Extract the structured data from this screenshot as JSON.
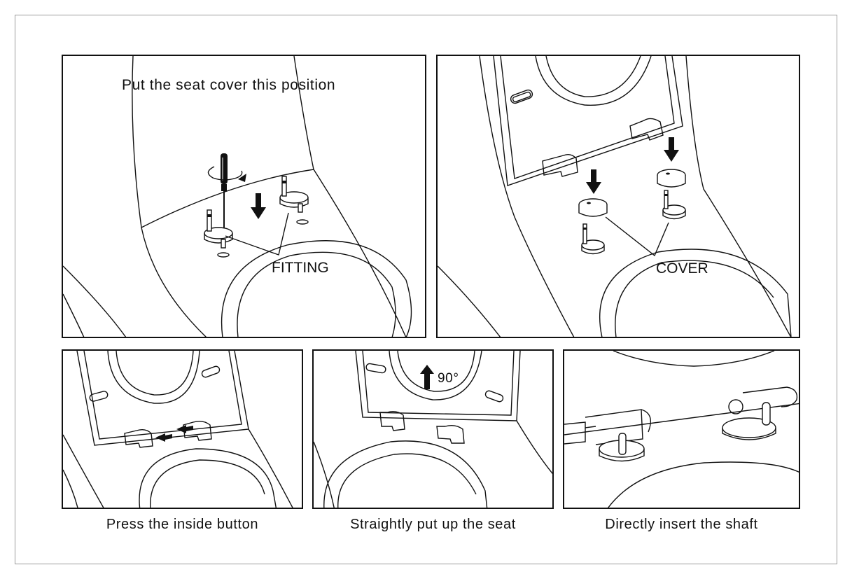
{
  "panel1": {
    "instruction": "Put the seat cover this position",
    "callout": "FITTING"
  },
  "panel2": {
    "callout": "COVER"
  },
  "panel4": {
    "angle_label": "90°"
  },
  "captions": {
    "press_button": "Press the inside button",
    "put_up_seat": "Straightly put up the seat",
    "insert_shaft": "Directly insert the shaft"
  },
  "icons": {
    "screwdriver": "screwdriver-icon",
    "rotation": "rotation-arrow-icon",
    "down_arrow": "down-arrow-icon",
    "up_arrow": "up-arrow-icon"
  }
}
